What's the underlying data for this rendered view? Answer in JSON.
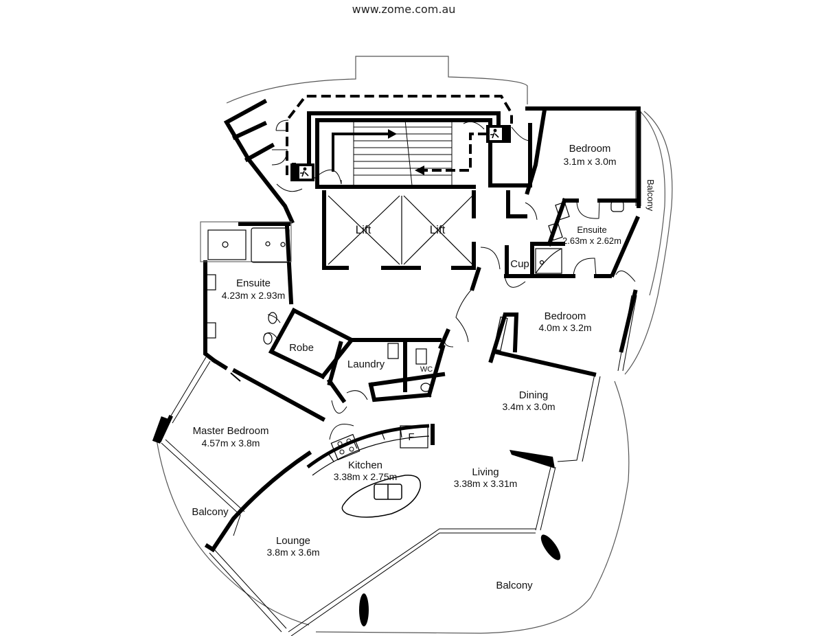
{
  "header": {
    "website": "www.zome.com.au"
  },
  "rooms": {
    "bedroom_ne": {
      "name": "Bedroom",
      "size": "3.1m x 3.0m"
    },
    "balcony_e": {
      "name": "Balcony"
    },
    "ensuite_e": {
      "name": "Ensuite",
      "size": "2.63m x 2.62m"
    },
    "cupboard": {
      "name": "Cup"
    },
    "bedroom_e": {
      "name": "Bedroom",
      "size": "4.0m x 3.2m"
    },
    "lift_1": {
      "name": "Lift"
    },
    "lift_2": {
      "name": "Lift"
    },
    "ensuite_w": {
      "name": "Ensuite",
      "size": "4.23m x 2.93m"
    },
    "robe": {
      "name": "Robe"
    },
    "laundry": {
      "name": "Laundry"
    },
    "wc": {
      "name": "WC"
    },
    "dining": {
      "name": "Dining",
      "size": "3.4m x 3.0m"
    },
    "master_bedroom": {
      "name": "Master Bedroom",
      "size": "4.57m x 3.8m"
    },
    "fridge": {
      "name": "F"
    },
    "kitchen": {
      "name": "Kitchen",
      "size": "3.38m x 2.75m"
    },
    "living": {
      "name": "Living",
      "size": "3.38m x 3.31m"
    },
    "balcony_w": {
      "name": "Balcony"
    },
    "lounge": {
      "name": "Lounge",
      "size": "3.8m x 3.6m"
    },
    "balcony_s": {
      "name": "Balcony"
    }
  },
  "colors": {
    "wall": "#000000",
    "background": "#ffffff",
    "fixture": "#888888"
  }
}
